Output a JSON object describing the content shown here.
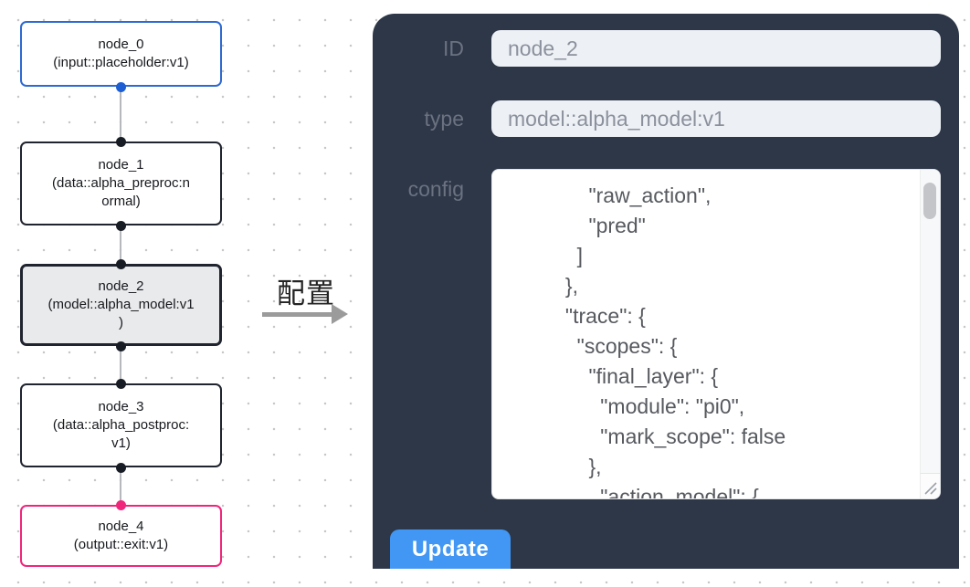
{
  "canvas": {
    "nodes": [
      {
        "id": "node_0",
        "label": "node_0\n(input::placeholder:v1)",
        "kind": "input",
        "border_color": "#2e6ad1",
        "selected": false
      },
      {
        "id": "node_1",
        "label": "node_1\n(data::alpha_preproc:n\normal)",
        "kind": "data",
        "border_color": "#20242e",
        "selected": false
      },
      {
        "id": "node_2",
        "label": "node_2\n(model::alpha_model:v1\n)",
        "kind": "model",
        "border_color": "#20242e",
        "selected": true
      },
      {
        "id": "node_3",
        "label": "node_3\n(data::alpha_postproc:\nv1)",
        "kind": "data",
        "border_color": "#20242e",
        "selected": false
      },
      {
        "id": "node_4",
        "label": "node_4\n(output::exit:v1)",
        "kind": "output",
        "border_color": "#f0267c",
        "selected": false
      }
    ],
    "port_colors": {
      "input": "#1d5fd3",
      "default": "#181c24",
      "output": "#f0267c"
    }
  },
  "transition": {
    "label": "配置"
  },
  "panel": {
    "fields": [
      {
        "label": "ID",
        "value": "node_2"
      },
      {
        "label": "type",
        "value": "model::alpha_model:v1"
      }
    ],
    "config": {
      "label": "config",
      "text": "              \"raw_action\",\n              \"pred\"\n            ]\n          },\n          \"trace\": {\n            \"scopes\": {\n              \"final_layer\": {\n                \"module\": \"pi0\",\n                \"mark_scope\": false\n              },\n                \"action_model\": {"
    },
    "update_label": "Update"
  },
  "colors": {
    "panel_bg": "#2d3748",
    "input_bg": "#edf0f5",
    "input_text": "#8b919c",
    "label_text": "#6b7280",
    "accent_blue": "#4197f3",
    "selected_node_bg": "#e9eaec",
    "edge_gray": "#b5b8bc",
    "grid_dot": "#c7c7c9"
  }
}
